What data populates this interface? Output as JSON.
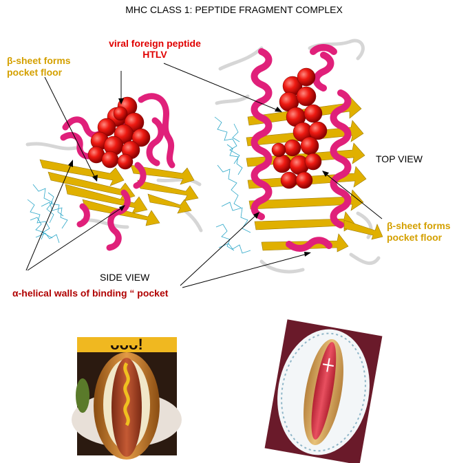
{
  "title": "MHC CLASS 1: PEPTIDE FRAGMENT COMPLEX",
  "labels": {
    "viral_peptide_line1": "viral foreign peptide",
    "viral_peptide_line2": "HTLV",
    "beta_sheet_left_line1": "β-sheet forms",
    "beta_sheet_left_line2": "pocket floor",
    "beta_sheet_right_line1": "β-sheet forms",
    "beta_sheet_right_line2": "pocket floor",
    "top_view": "TOP VIEW",
    "side_view": "SIDE VIEW",
    "alpha_helical": "α-helical walls of binding “ pocket"
  },
  "colors": {
    "helix": "#e0207a",
    "sheet": "#e0b000",
    "peptide": "#e81010",
    "coil": "#d8d8d8",
    "wire": "#2aa6c8",
    "red_label": "#e00000",
    "gold_label": "#d4a000",
    "dark_red_label": "#b00000"
  }
}
